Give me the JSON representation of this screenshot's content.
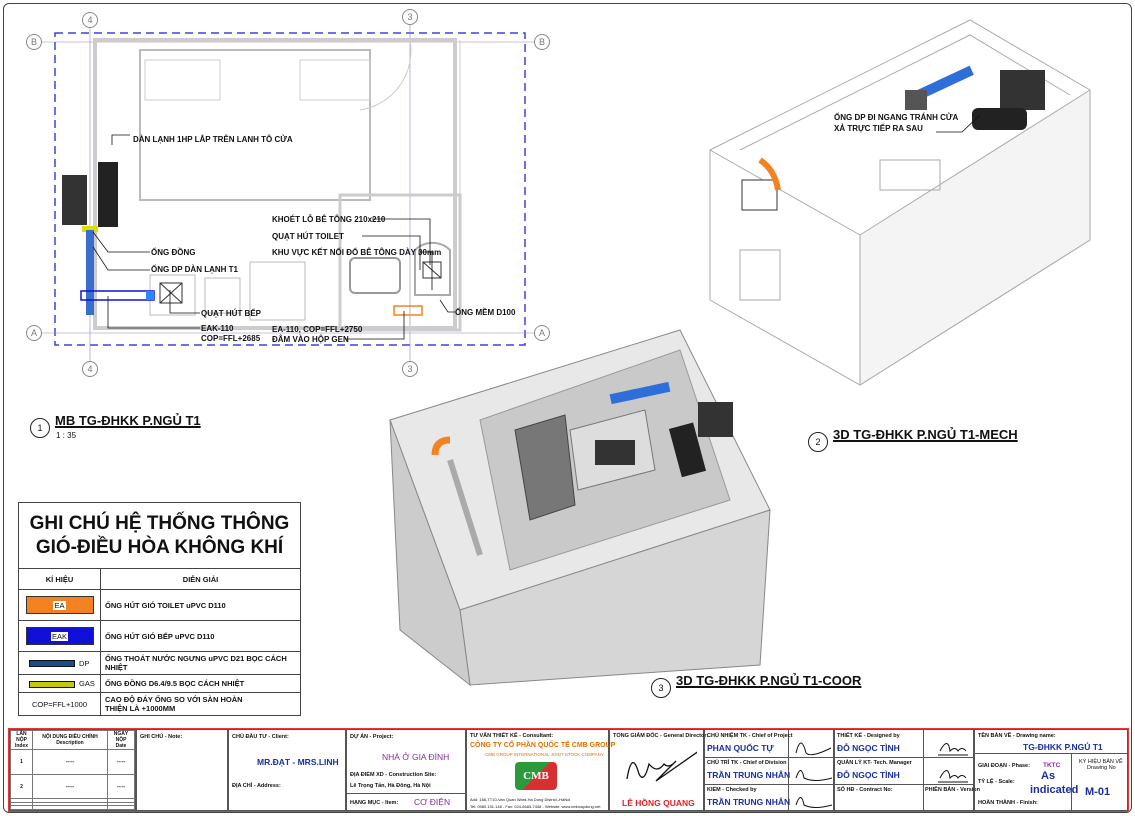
{
  "plan": {
    "grid": {
      "a": "A",
      "b": "B",
      "g3": "3",
      "g4": "4"
    },
    "labels": {
      "dan_lanh": "DÀN LẠNH 1HP LẮP TRÊN LANH TÔ CỬA",
      "ong_dong": "ỐNG ĐỒNG",
      "ong_dp": "ỐNG DP DÀN LẠNH T1",
      "quat_bep": "QUẠT HÚT BẾP",
      "eak": "EAK-110",
      "cop_eak": "COP=FFL+2685",
      "khoet": "KHOÉT LỖ BÊ TÔNG 210x210",
      "quat_toilet": "QUẠT HÚT TOILET",
      "khu_vuc": "KHU VỰC KẾT NỐI ĐỔ BÊ TÔNG DÀY 30mm",
      "ong_mem": "ỐNG MỀM D100",
      "ea": "EA-110, COP=FFL+2750",
      "dam": "ĐÂM VÀO HỘP GEN"
    }
  },
  "views": [
    {
      "num": "1",
      "title": "MB TG-ĐHKK P.NGỦ T1",
      "scale": "1 : 35"
    },
    {
      "num": "2",
      "title": "3D TG-ĐHKK P.NGỦ T1-MECH"
    },
    {
      "num": "3",
      "title": "3D TG-ĐHKK P.NGỦ T1-COOR"
    }
  ],
  "mech_note": {
    "l1": "ỐNG DP ĐI NGANG TRÁNH CỬA",
    "l2": "XẢ TRỰC TIẾP RA SAU"
  },
  "legend": {
    "title1": "GHI CHÚ HỆ THỐNG THÔNG",
    "title2": "GIÓ-ĐIỀU HÒA KHÔNG KHÍ",
    "col1": "KÍ HIỆU",
    "col2": "DIỄN GIẢI",
    "rows": [
      {
        "sym": "EA",
        "desc": "ỐNG HÚT GIÓ TOILET uPVC D110",
        "color": "#f58220"
      },
      {
        "sym": "EAK",
        "desc": "ỐNG HÚT GIÓ BẾP uPVC D110",
        "color": "#1010d8"
      },
      {
        "sym": "DP",
        "desc": "ỐNG THOÁT NƯỚC NGƯNG uPVC D21 BỌC CÁCH NHIỆT",
        "color": "#1a4c8c"
      },
      {
        "sym": "GAS",
        "desc": "ỐNG ĐỒNG D6.4/9.5 BỌC CÁCH NHIỆT",
        "color": "#c8c800"
      },
      {
        "sym": "COP=FFL+1000",
        "desc": "CAO ĐỘ ĐÁY ỐNG SO VỚI SÀN HOÀN",
        "desc2": "THIỆN LÀ +1000MM"
      }
    ]
  },
  "titleblock": {
    "rev": {
      "h1": "LẦN NỘP",
      "h1b": "Index",
      "h2": "NỘI DUNG ĐIỀU CHỈNH",
      "h2b": "Description",
      "h3": "NGÀY NỘP",
      "h3b": "Date",
      "rows": [
        {
          "i": "1",
          "d": "-----",
          "t": "-----"
        },
        {
          "i": "2",
          "d": "-----",
          "t": "-----"
        }
      ]
    },
    "note": "GHI CHÚ - Note:",
    "client_label": "CHỦ ĐẦU TƯ - Client:",
    "client": "MR.ĐẠT - MRS.LINH",
    "address_label": "ĐỊA CHỈ - Address:",
    "project_label": "DỰ ÁN - Project:",
    "project": "NHÀ Ở GIA ĐÌNH",
    "site_label": "ĐỊA ĐIỂM XD - Construction Site:",
    "site": "Lê Trọng Tấn, Hà Đông, Hà Nội",
    "item_label": "HẠNG MỤC - Item:",
    "item": "CƠ ĐIỆN",
    "consultant_label": "TƯ VẤN THIẾT KẾ - Consultant:",
    "consultant": "CÔNG TY CỔ PHẦN QUỐC TẾ CMB GROUP",
    "consultant_en": "CMB GROUP INTERNATIONAL JOINT STOCK COMPANY",
    "logo": "CMB",
    "addr": "Add: 168-TT10-Van Quan Ward-Ha Dong District,-HaNoi",
    "tel": "Tel: 0980.191.148 - Fax: 024-6683-7448 - Website: www.cmbxaydung.net",
    "director_label": "TỔNG GIÁM ĐỐC - General Director:",
    "director": "LÊ HỒNG QUANG",
    "chief_label": "CHỦ NHIỆM TK - Chief of Project",
    "chief": "PHAN QUỐC TỰ",
    "division_label": "CHỦ TRÌ TK - Chief of Division",
    "division": "TRẦN TRUNG NHÂN",
    "checked_label": "KIỂM - Checked by",
    "checked": "TRẦN TRUNG NHÂN",
    "designed_label": "THIẾT KẾ - Designed by",
    "designed": "ĐỖ NGỌC TÌNH",
    "manager_label": "QUẢN LÝ KT- Tech. Manager",
    "manager": "ĐỖ NGỌC TÌNH",
    "contract_label": "SỐ HĐ - Contract No:",
    "version_label": "PHIÊN BẢN - Version",
    "dname_label": "TÊN BẢN VẼ - Drawing name:",
    "dname": "TG-ĐHKK P.NGỦ T1",
    "phase_label": "GIAI ĐOẠN - Phase:",
    "phase": "TKTC",
    "dno_label": "KÝ HIỆU BẢN VẼ",
    "dno_label2": "Drawing No",
    "scale_label": "TỶ LỆ - Scale:",
    "scale1": "As",
    "scale2": "indicated",
    "finish_label": "HOÀN THÀNH - Finish:",
    "dno": "M-01"
  }
}
